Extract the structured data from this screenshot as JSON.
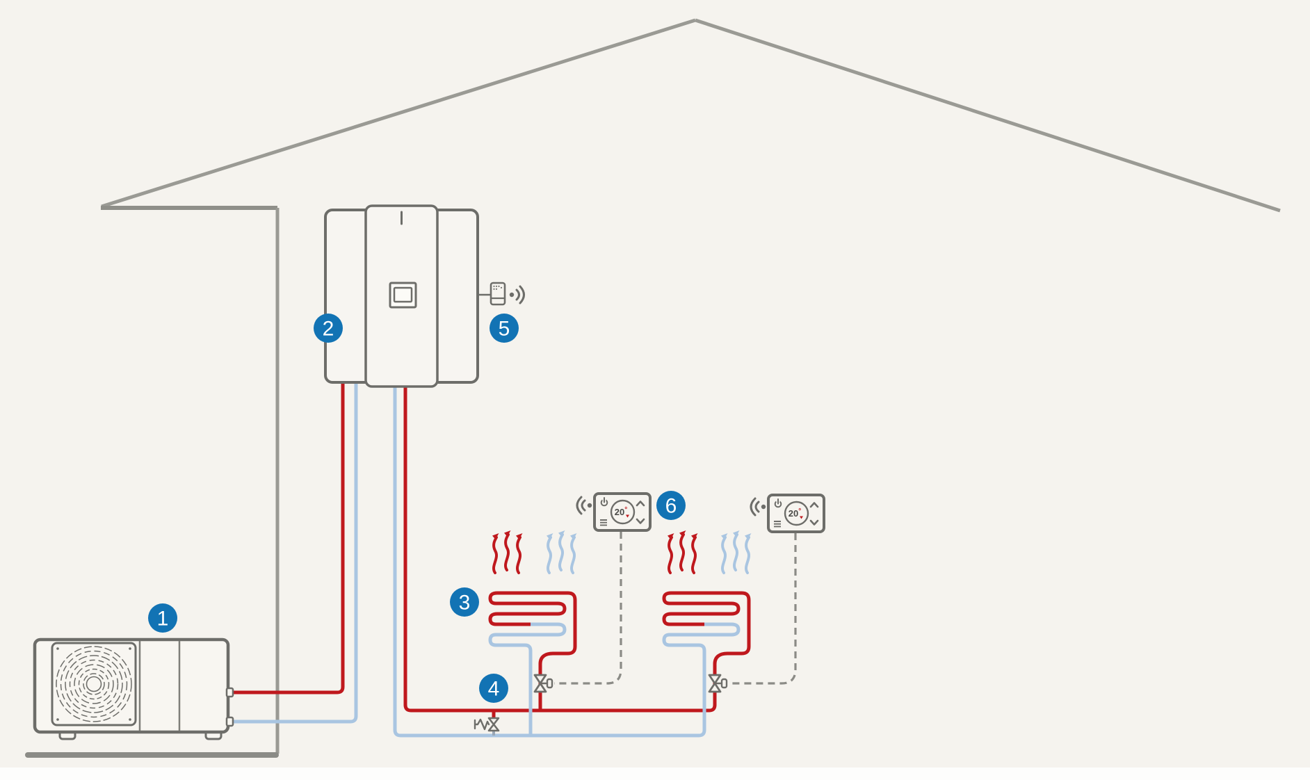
{
  "diagram": {
    "subject": "heat-pump-home-heating-system",
    "components": {
      "1": "outdoor heat pump unit",
      "2": "indoor unit",
      "3": "underfloor heating circuit",
      "4": "bypass valve",
      "5": "wireless communication module",
      "6": "room thermostat"
    }
  },
  "callouts": [
    {
      "label": "1"
    },
    {
      "label": "2"
    },
    {
      "label": "3"
    },
    {
      "label": "4"
    },
    {
      "label": "5"
    },
    {
      "label": "6"
    }
  ],
  "thermostat": {
    "temperature": "20",
    "degree_symbol": "°"
  },
  "colors": {
    "background": "#f5f3ee",
    "house_outline": "#9a9a94",
    "unit_outline": "#6d6d69",
    "pipe_hot": "#bf181d",
    "pipe_cold": "#a9c5e1",
    "control_line": "#8b8b86",
    "callout_accent": "#1273b4"
  }
}
